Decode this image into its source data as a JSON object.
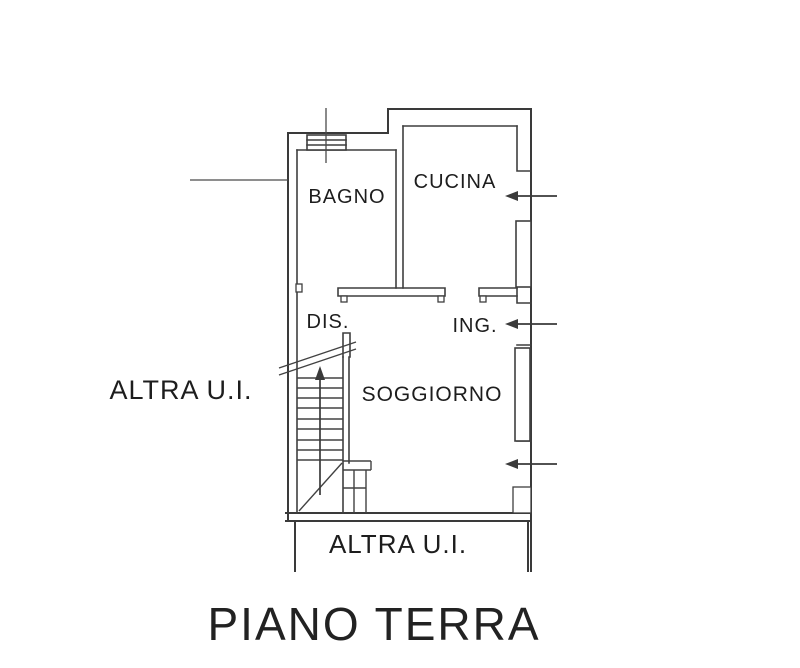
{
  "canvas": {
    "background": "#ffffff",
    "line_color": "#3a3a3a",
    "text_color": "#1d1d1d"
  },
  "title": "PIANO TERRA",
  "rooms": {
    "bagno": "BAGNO",
    "cucina": "CUCINA",
    "dis": "DIS.",
    "ing": "ING.",
    "soggiorno": "SOGGIORNO"
  },
  "adjacent_units": {
    "left": "ALTRA U.I.",
    "bottom": "ALTRA U.I."
  }
}
